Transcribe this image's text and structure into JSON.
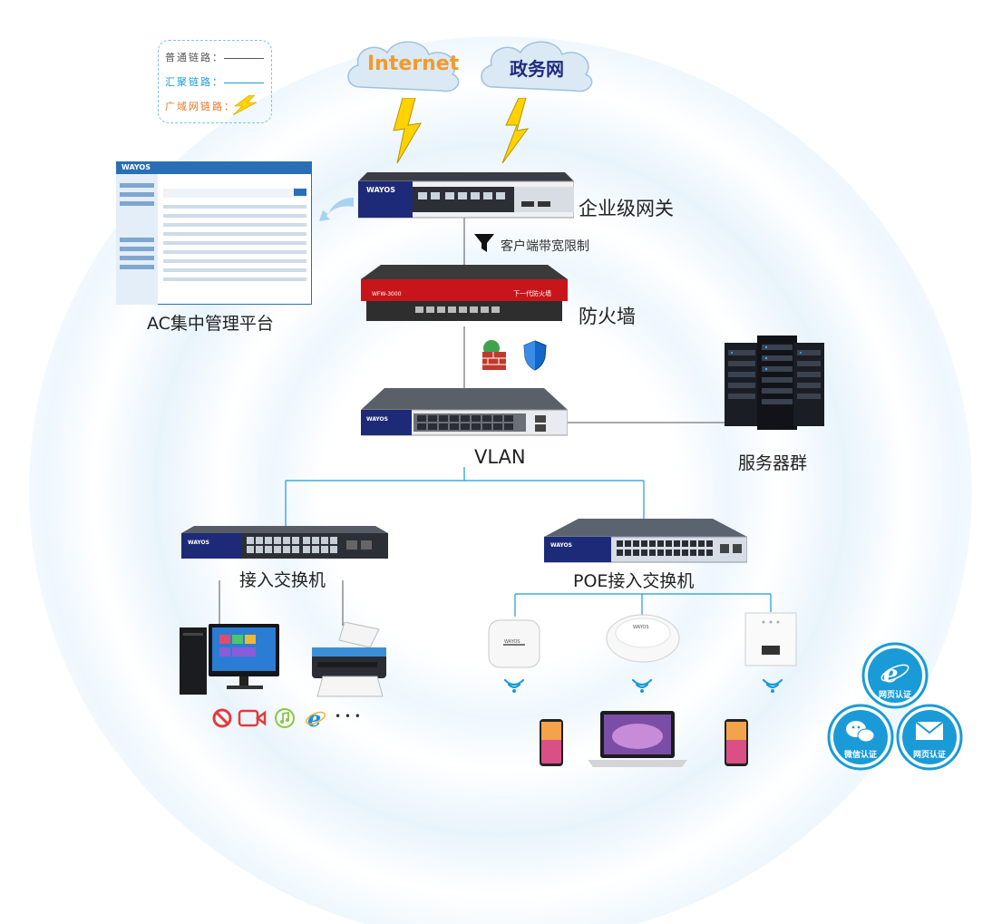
{
  "legend": {
    "normal_link": "普通链路：",
    "aggregate_link": "汇聚链路：",
    "wan_link": "广域网链路：",
    "colors": {
      "normal": "#555555",
      "aggregate": "#1a9bd7",
      "wan": "#e87722"
    }
  },
  "clouds": {
    "internet": "Internet",
    "gov": "政务网"
  },
  "labels": {
    "gateway": "企业级网关",
    "bandwidth": "客户端带宽限制",
    "firewall": "防火墙",
    "vlan": "VLAN",
    "servers": "服务器群",
    "ac_platform": "AC集中管理平台",
    "access_switch": "接入交换机",
    "poe_switch": "POE接入交换机",
    "ellipsis": "• • •"
  },
  "device_text": {
    "gateway_brand": "WAYOS",
    "firewall_brand": "WFW-3000",
    "firewall_caption": "下一代防火墙",
    "switch_brand": "WAYOS",
    "ac_brand": "WAYOS",
    "ap_brand": "WAYOS"
  },
  "auth": {
    "web": "网页认证",
    "wechat": "微信认证",
    "web2": "网页认证"
  },
  "colors": {
    "accent": "#1a9bd7",
    "firewall_red": "#c8151b",
    "cloud_orange": "#f39a2b",
    "cloud_navy": "#1f2a80",
    "lightning": "#ffd200"
  }
}
